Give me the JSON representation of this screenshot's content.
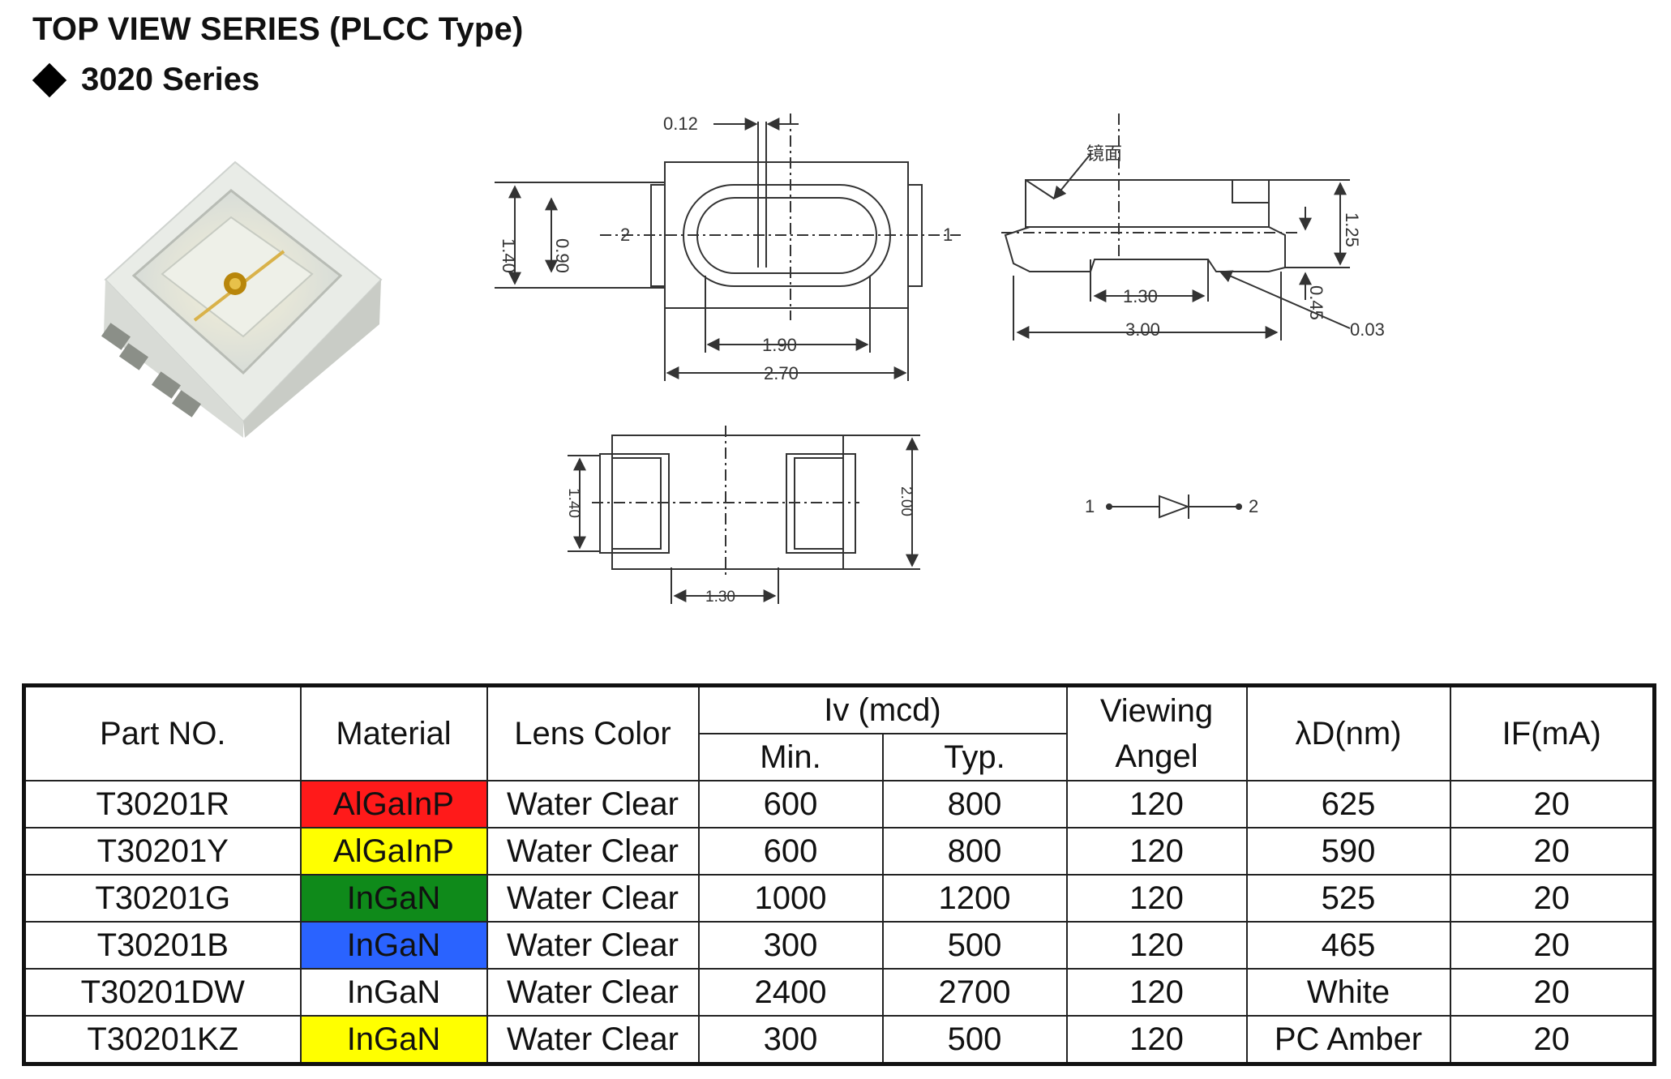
{
  "header": {
    "title": "TOP VIEW SERIES (PLCC Type)",
    "series": "3020 Series"
  },
  "drawing": {
    "top_view": {
      "d_012": "0.12",
      "d_140": "1.40",
      "d_090": "0.90",
      "d_190": "1.90",
      "d_270": "2.70",
      "pin_1": "1",
      "pin_2": "2"
    },
    "side_view": {
      "mirror_label": "镜面",
      "d_125": "1.25",
      "d_130": "1.30",
      "d_045": "0.45",
      "d_300": "3.00",
      "d_003": "0.03"
    },
    "bottom_view": {
      "d_140": "1.40",
      "d_200": "2.00",
      "d_130": "1.30"
    },
    "schematic": {
      "pin_1": "1",
      "pin_2": "2"
    }
  },
  "table": {
    "headers": {
      "part_no": "Part NO.",
      "material": "Material",
      "lens_color": "Lens Color",
      "iv": "Iv (mcd)",
      "min": "Min.",
      "typ": "Typ.",
      "viewing_line1": "Viewing",
      "viewing_line2": "Angel",
      "wavelength": "λD(nm)",
      "if": "IF(mA)"
    },
    "rows": [
      {
        "part": "T30201R",
        "material": "AlGaInP",
        "lens": "Water Clear",
        "min": "600",
        "typ": "800",
        "angle": "120",
        "wl": "625",
        "if": "20",
        "material_bg": "#ff1a1a"
      },
      {
        "part": "T30201Y",
        "material": "AlGaInP",
        "lens": "Water Clear",
        "min": "600",
        "typ": "800",
        "angle": "120",
        "wl": "590",
        "if": "20",
        "material_bg": "#ffff00"
      },
      {
        "part": "T30201G",
        "material": "InGaN",
        "lens": "Water Clear",
        "min": "1000",
        "typ": "1200",
        "angle": "120",
        "wl": "525",
        "if": "20",
        "material_bg": "#0f8a1a"
      },
      {
        "part": "T30201B",
        "material": "InGaN",
        "lens": "Water Clear",
        "min": "300",
        "typ": "500",
        "angle": "120",
        "wl": "465",
        "if": "20",
        "material_bg": "#2a63ff"
      },
      {
        "part": "T30201DW",
        "material": "InGaN",
        "lens": "Water Clear",
        "min": "2400",
        "typ": "2700",
        "angle": "120",
        "wl": "White",
        "if": "20",
        "material_bg": "#ffffff"
      },
      {
        "part": "T30201KZ",
        "material": "InGaN",
        "lens": "Water Clear",
        "min": "300",
        "typ": "500",
        "angle": "120",
        "wl": "PC Amber",
        "if": "20",
        "material_bg": "#ffff00"
      }
    ]
  }
}
